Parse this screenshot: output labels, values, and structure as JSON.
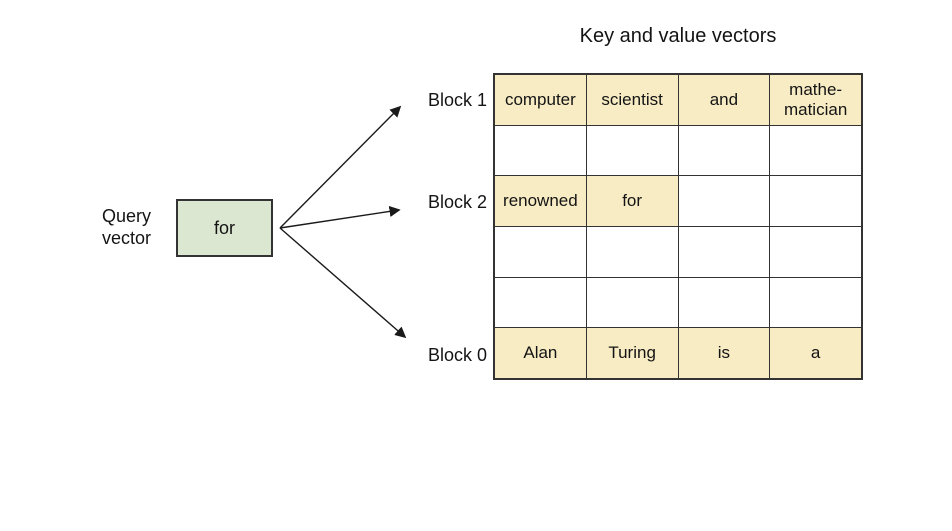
{
  "title": "Key and value vectors",
  "query": {
    "label": "Query\nvector",
    "box_text": "for"
  },
  "block_labels": [
    {
      "text": "Block 1"
    },
    {
      "text": "Block 2"
    },
    {
      "text": "Block 0"
    }
  ],
  "table": {
    "columns": 4,
    "rows": [
      {
        "cells": [
          {
            "text": "computer",
            "highlighted": true
          },
          {
            "text": "scientist",
            "highlighted": true
          },
          {
            "text": "and",
            "highlighted": true
          },
          {
            "text": "mathe-matician",
            "highlighted": true
          }
        ]
      },
      {
        "cells": [
          {
            "text": "",
            "highlighted": false
          },
          {
            "text": "",
            "highlighted": false
          },
          {
            "text": "",
            "highlighted": false
          },
          {
            "text": "",
            "highlighted": false
          }
        ]
      },
      {
        "cells": [
          {
            "text": "renowned",
            "highlighted": true
          },
          {
            "text": "for",
            "highlighted": true
          },
          {
            "text": "",
            "highlighted": false
          },
          {
            "text": "",
            "highlighted": false
          }
        ]
      },
      {
        "cells": [
          {
            "text": "",
            "highlighted": false
          },
          {
            "text": "",
            "highlighted": false
          },
          {
            "text": "",
            "highlighted": false
          },
          {
            "text": "",
            "highlighted": false
          }
        ]
      },
      {
        "cells": [
          {
            "text": "",
            "highlighted": false
          },
          {
            "text": "",
            "highlighted": false
          },
          {
            "text": "",
            "highlighted": false
          },
          {
            "text": "",
            "highlighted": false
          }
        ]
      },
      {
        "cells": [
          {
            "text": "Alan",
            "highlighted": true
          },
          {
            "text": "Turing",
            "highlighted": true
          },
          {
            "text": "is",
            "highlighted": true
          },
          {
            "text": "a",
            "highlighted": true
          }
        ]
      }
    ]
  },
  "colors": {
    "highlight_fill": "#f8ecc4",
    "query_box_fill": "#dbe7d1",
    "border": "#333333",
    "arrow": "#1a1a1a"
  }
}
